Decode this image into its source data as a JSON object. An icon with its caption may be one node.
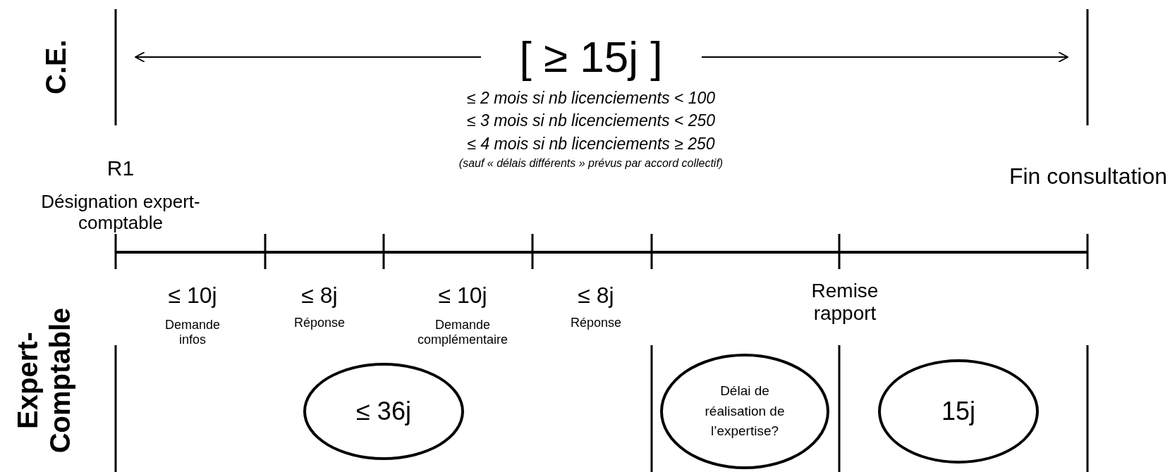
{
  "diagram": {
    "nodes": [
      {
        "text": [
          "≤ 36j"
        ]
      },
      {
        "text": [
          "Délai de réalisation de l’expertise?"
        ]
      },
      {
        "text": [
          "15j"
        ]
      }
    ],
    "edges": [],
    "labels": [
      "C.E.",
      "[ ≥ 15j ]",
      "≤ 2 mois si nb licenciements < 100",
      "≤ 3 mois si nb licenciements < 250",
      "≤ 4 mois si nb licenciements ≥ 250",
      "(sauf « délais différents » prévus par accord collectif)",
      "R1",
      "Désignation expert-comptable",
      "Fin consultation",
      "≤ 10j",
      "Demande infos",
      "≤ 8j",
      "Réponse",
      "≤ 10j",
      "Demande complémentaire",
      "≤ 8j",
      "Réponse",
      "Remise rapport",
      "Expert-Comptable"
    ]
  }
}
